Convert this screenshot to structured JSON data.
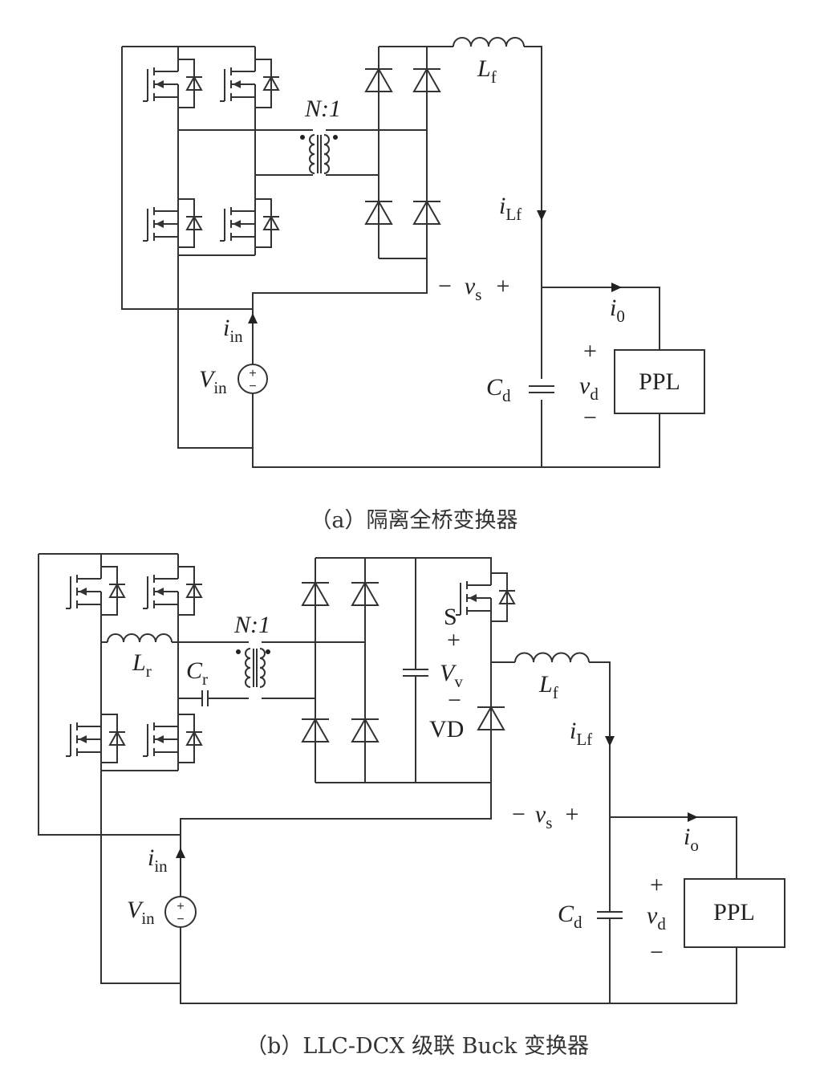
{
  "diagram_a": {
    "caption": "（a）隔离全桥变换器",
    "transformer_ratio": "N:1",
    "labels": {
      "Lf": {
        "main": "L",
        "sub": "f"
      },
      "iLf": {
        "main": "i",
        "sub": "Lf"
      },
      "vs": {
        "minus": "−",
        "main": "v",
        "sub": "s",
        "plus": "+"
      },
      "i0": {
        "main": "i",
        "sub": "0"
      },
      "iin": {
        "main": "i",
        "sub": "in"
      },
      "Vin": {
        "main": "V",
        "sub": "in"
      },
      "Cd": {
        "main": "C",
        "sub": "d"
      },
      "vd": {
        "plus": "+",
        "main": "v",
        "sub": "d",
        "minus": "−"
      },
      "load": "PPL"
    }
  },
  "diagram_b": {
    "caption": "（b）LLC-DCX 级联 Buck 变换器",
    "transformer_ratio": "N:1",
    "labels": {
      "Lr": {
        "main": "L",
        "sub": "r"
      },
      "Cr": {
        "main": "C",
        "sub": "r"
      },
      "S": "S",
      "Vv": {
        "plus": "+",
        "main": "V",
        "sub": "v",
        "minus": "−"
      },
      "VD": "VD",
      "Lf": {
        "main": "L",
        "sub": "f"
      },
      "iLf": {
        "main": "i",
        "sub": "Lf"
      },
      "vs": {
        "minus": "−",
        "main": "v",
        "sub": "s",
        "plus": "+"
      },
      "io": {
        "main": "i",
        "sub": "o"
      },
      "iin": {
        "main": "i",
        "sub": "in"
      },
      "Vin": {
        "main": "V",
        "sub": "in"
      },
      "Cd": {
        "main": "C",
        "sub": "d"
      },
      "vd": {
        "plus": "+",
        "main": "v",
        "sub": "d",
        "minus": "−"
      },
      "load": "PPL"
    }
  }
}
